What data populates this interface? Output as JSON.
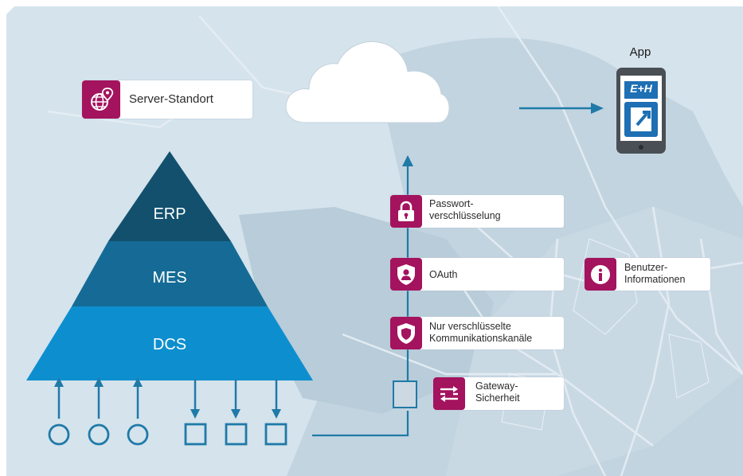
{
  "diagram": {
    "server_location_label": "Server-Standort",
    "app_label": "App",
    "pyramid": {
      "erp": "ERP",
      "mes": "MES",
      "dcs": "DCS"
    },
    "security_layers": [
      {
        "id": "password",
        "label": "Passwort-\nverschlüsselung",
        "icon": "lock-icon"
      },
      {
        "id": "oauth",
        "label": "OAuth",
        "icon": "user-shield-icon"
      },
      {
        "id": "encrypted-channels",
        "label": "Nur verschlüsselte\nKommunikationskanäle",
        "icon": "shield-icon"
      },
      {
        "id": "gateway",
        "label": "Gateway-\nSicherheit",
        "icon": "transfer-arrows-icon"
      }
    ],
    "user_info_label": "Benutzer-\nInformationen",
    "brand_logo_text": "E+H",
    "colors": {
      "accent_magenta": "#a3135e",
      "erp_blue": "#12506e",
      "mes_blue": "#156b95",
      "dcs_blue": "#0d8fcf",
      "line_blue": "#1f7aa8",
      "background": "#d5e3ec"
    }
  }
}
